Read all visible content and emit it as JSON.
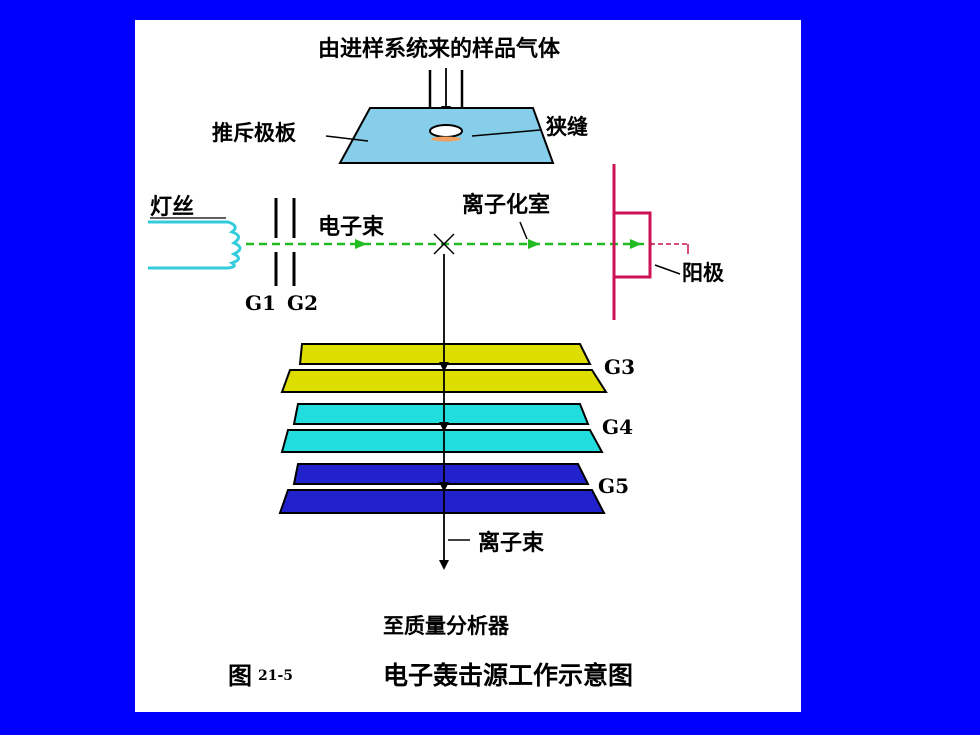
{
  "labels": {
    "sample_gas": "由进样系统来的样品气体",
    "repeller_plate": "推斥极板",
    "slit": "狭缝",
    "filament": "灯丝",
    "electron_beam": "电子束",
    "ionization_chamber": "离子化室",
    "anode": "阳极",
    "g1": "G1",
    "g2": "G2",
    "g3": "G3",
    "g4": "G4",
    "g5": "G5",
    "ion_beam": "离子束",
    "to_analyzer": "至质量分析器",
    "figure_number_prefix": "图",
    "figure_number": "21-5",
    "figure_title": "电子轰击源工作示意图"
  },
  "colors": {
    "background": "#0000ff",
    "panel": "#ffffff",
    "repeller": "#87ceeb",
    "filament": "#33ccdd",
    "electron_beam": "#22bb22",
    "anode": "#cc1155",
    "g3": "#dddd00",
    "g4": "#22dddd",
    "g5": "#2222cc"
  }
}
